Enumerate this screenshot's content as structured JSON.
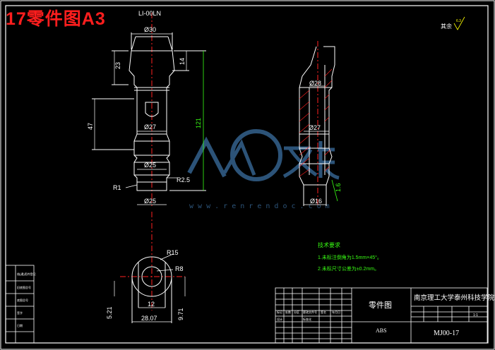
{
  "header_title": "17零件图A3",
  "colors": {
    "background": "#000000",
    "outline": "#ffffff",
    "centerline": "#ff2020",
    "dimension": "#39ff14",
    "hatch": "#ff2020",
    "watermark": "#3b6fa0",
    "title_red": "#ff1e1e"
  },
  "top_left_code": "LI-00LN",
  "front_view_dims": {
    "d30": "Ø30",
    "len23": "23",
    "len14": "14",
    "len47": "47",
    "d27": "Ø27",
    "len121": "121",
    "d25a": "Ø25",
    "r2_5": "R2.5",
    "r1": "R1",
    "d25b": "Ø25"
  },
  "section_view_dims": {
    "d28": "Ø28",
    "d27": "Ø27",
    "d16": "Ø16",
    "len1_6": "1.6"
  },
  "bottom_view_dims": {
    "r15": "R15",
    "r8": "R8",
    "w12": "12",
    "h5_21": "5.21",
    "w28_07": "28.07",
    "h9_71": "9.71"
  },
  "roughness": {
    "label": "其余",
    "value": "6.3"
  },
  "tech_requirements": {
    "title": "技术要求",
    "items": [
      "1.未标注倒角为1.5mm×45°。",
      "2.未标尺寸公差为±0.2mm。"
    ]
  },
  "title_block": {
    "part_name": "零件图",
    "school": "南京理工大学泰州科技学院",
    "material": "ABS",
    "drawing_number": "MJ00-17",
    "scale": "1:1",
    "cells_small": [
      "标记",
      "处数",
      "分区",
      "更改文件号",
      "签名",
      "年月日"
    ],
    "design": "设计",
    "standardize": "标准化"
  },
  "left_sidebar_items": [
    "借(通)用件登记",
    "旧底图总号",
    "底图总号",
    "签字",
    "日期"
  ],
  "watermark": {
    "text": "人人文库",
    "url": "w w w . r e n r e n d o c . c o m"
  }
}
